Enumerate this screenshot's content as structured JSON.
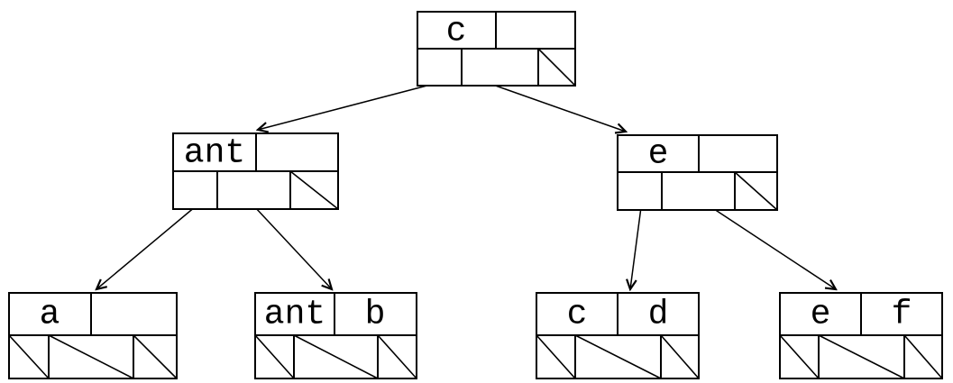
{
  "diagram": {
    "type": "tree",
    "description": "B-tree / 2-3 tree node diagram: each node has a top row of key cells and a bottom row of child-pointer cells; a diagonal slash in a pointer cell marks a null pointer",
    "colors": {
      "background": "#ffffff",
      "stroke": "#000000",
      "text": "#000000"
    },
    "tree": {
      "nodes": [
        {
          "id": "root",
          "level": 0,
          "keys": [
            "c",
            ""
          ],
          "pointer_cells": [
            "child",
            "child",
            "null"
          ],
          "children": [
            "ant-node",
            "e-node"
          ]
        },
        {
          "id": "ant-node",
          "level": 1,
          "keys": [
            "ant",
            ""
          ],
          "pointer_cells": [
            "child",
            "child",
            "null"
          ],
          "children": [
            "leaf-a",
            "leaf-ant-b"
          ]
        },
        {
          "id": "e-node",
          "level": 1,
          "keys": [
            "e",
            ""
          ],
          "pointer_cells": [
            "child",
            "child",
            "null"
          ],
          "children": [
            "leaf-c-d",
            "leaf-e-f"
          ]
        },
        {
          "id": "leaf-a",
          "level": 2,
          "keys": [
            "a",
            ""
          ],
          "pointer_cells": [
            "null",
            "null",
            "null"
          ],
          "children": []
        },
        {
          "id": "leaf-ant-b",
          "level": 2,
          "keys": [
            "ant",
            "b"
          ],
          "pointer_cells": [
            "null",
            "null",
            "null"
          ],
          "children": []
        },
        {
          "id": "leaf-c-d",
          "level": 2,
          "keys": [
            "c",
            "d"
          ],
          "pointer_cells": [
            "null",
            "null",
            "null"
          ],
          "children": []
        },
        {
          "id": "leaf-e-f",
          "level": 2,
          "keys": [
            "e",
            "f"
          ],
          "pointer_cells": [
            "null",
            "null",
            "null"
          ],
          "children": []
        }
      ],
      "edges": [
        {
          "from": "root",
          "to": "ant-node"
        },
        {
          "from": "root",
          "to": "e-node"
        },
        {
          "from": "ant-node",
          "to": "leaf-a"
        },
        {
          "from": "ant-node",
          "to": "leaf-ant-b"
        },
        {
          "from": "e-node",
          "to": "leaf-c-d"
        },
        {
          "from": "e-node",
          "to": "leaf-e-f"
        }
      ]
    }
  }
}
